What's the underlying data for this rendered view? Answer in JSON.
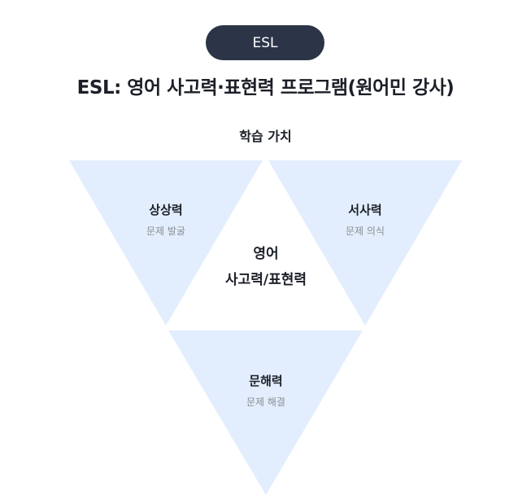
{
  "badge": "ESL",
  "title": "ESL: 영어 사고력·표현력 프로그램(원어민 강사)",
  "subtitle": "학습 가치",
  "colors": {
    "badge": "#2b3547",
    "triangle": "#e2eefd"
  },
  "diagram": {
    "center": {
      "line1": "영어",
      "line2": "사고력/표현력"
    },
    "nodes": [
      {
        "title": "상상력",
        "desc": "문제 발굴"
      },
      {
        "title": "서사력",
        "desc": "문제 의식"
      },
      {
        "title": "문해력",
        "desc": "문제 해결"
      }
    ]
  }
}
